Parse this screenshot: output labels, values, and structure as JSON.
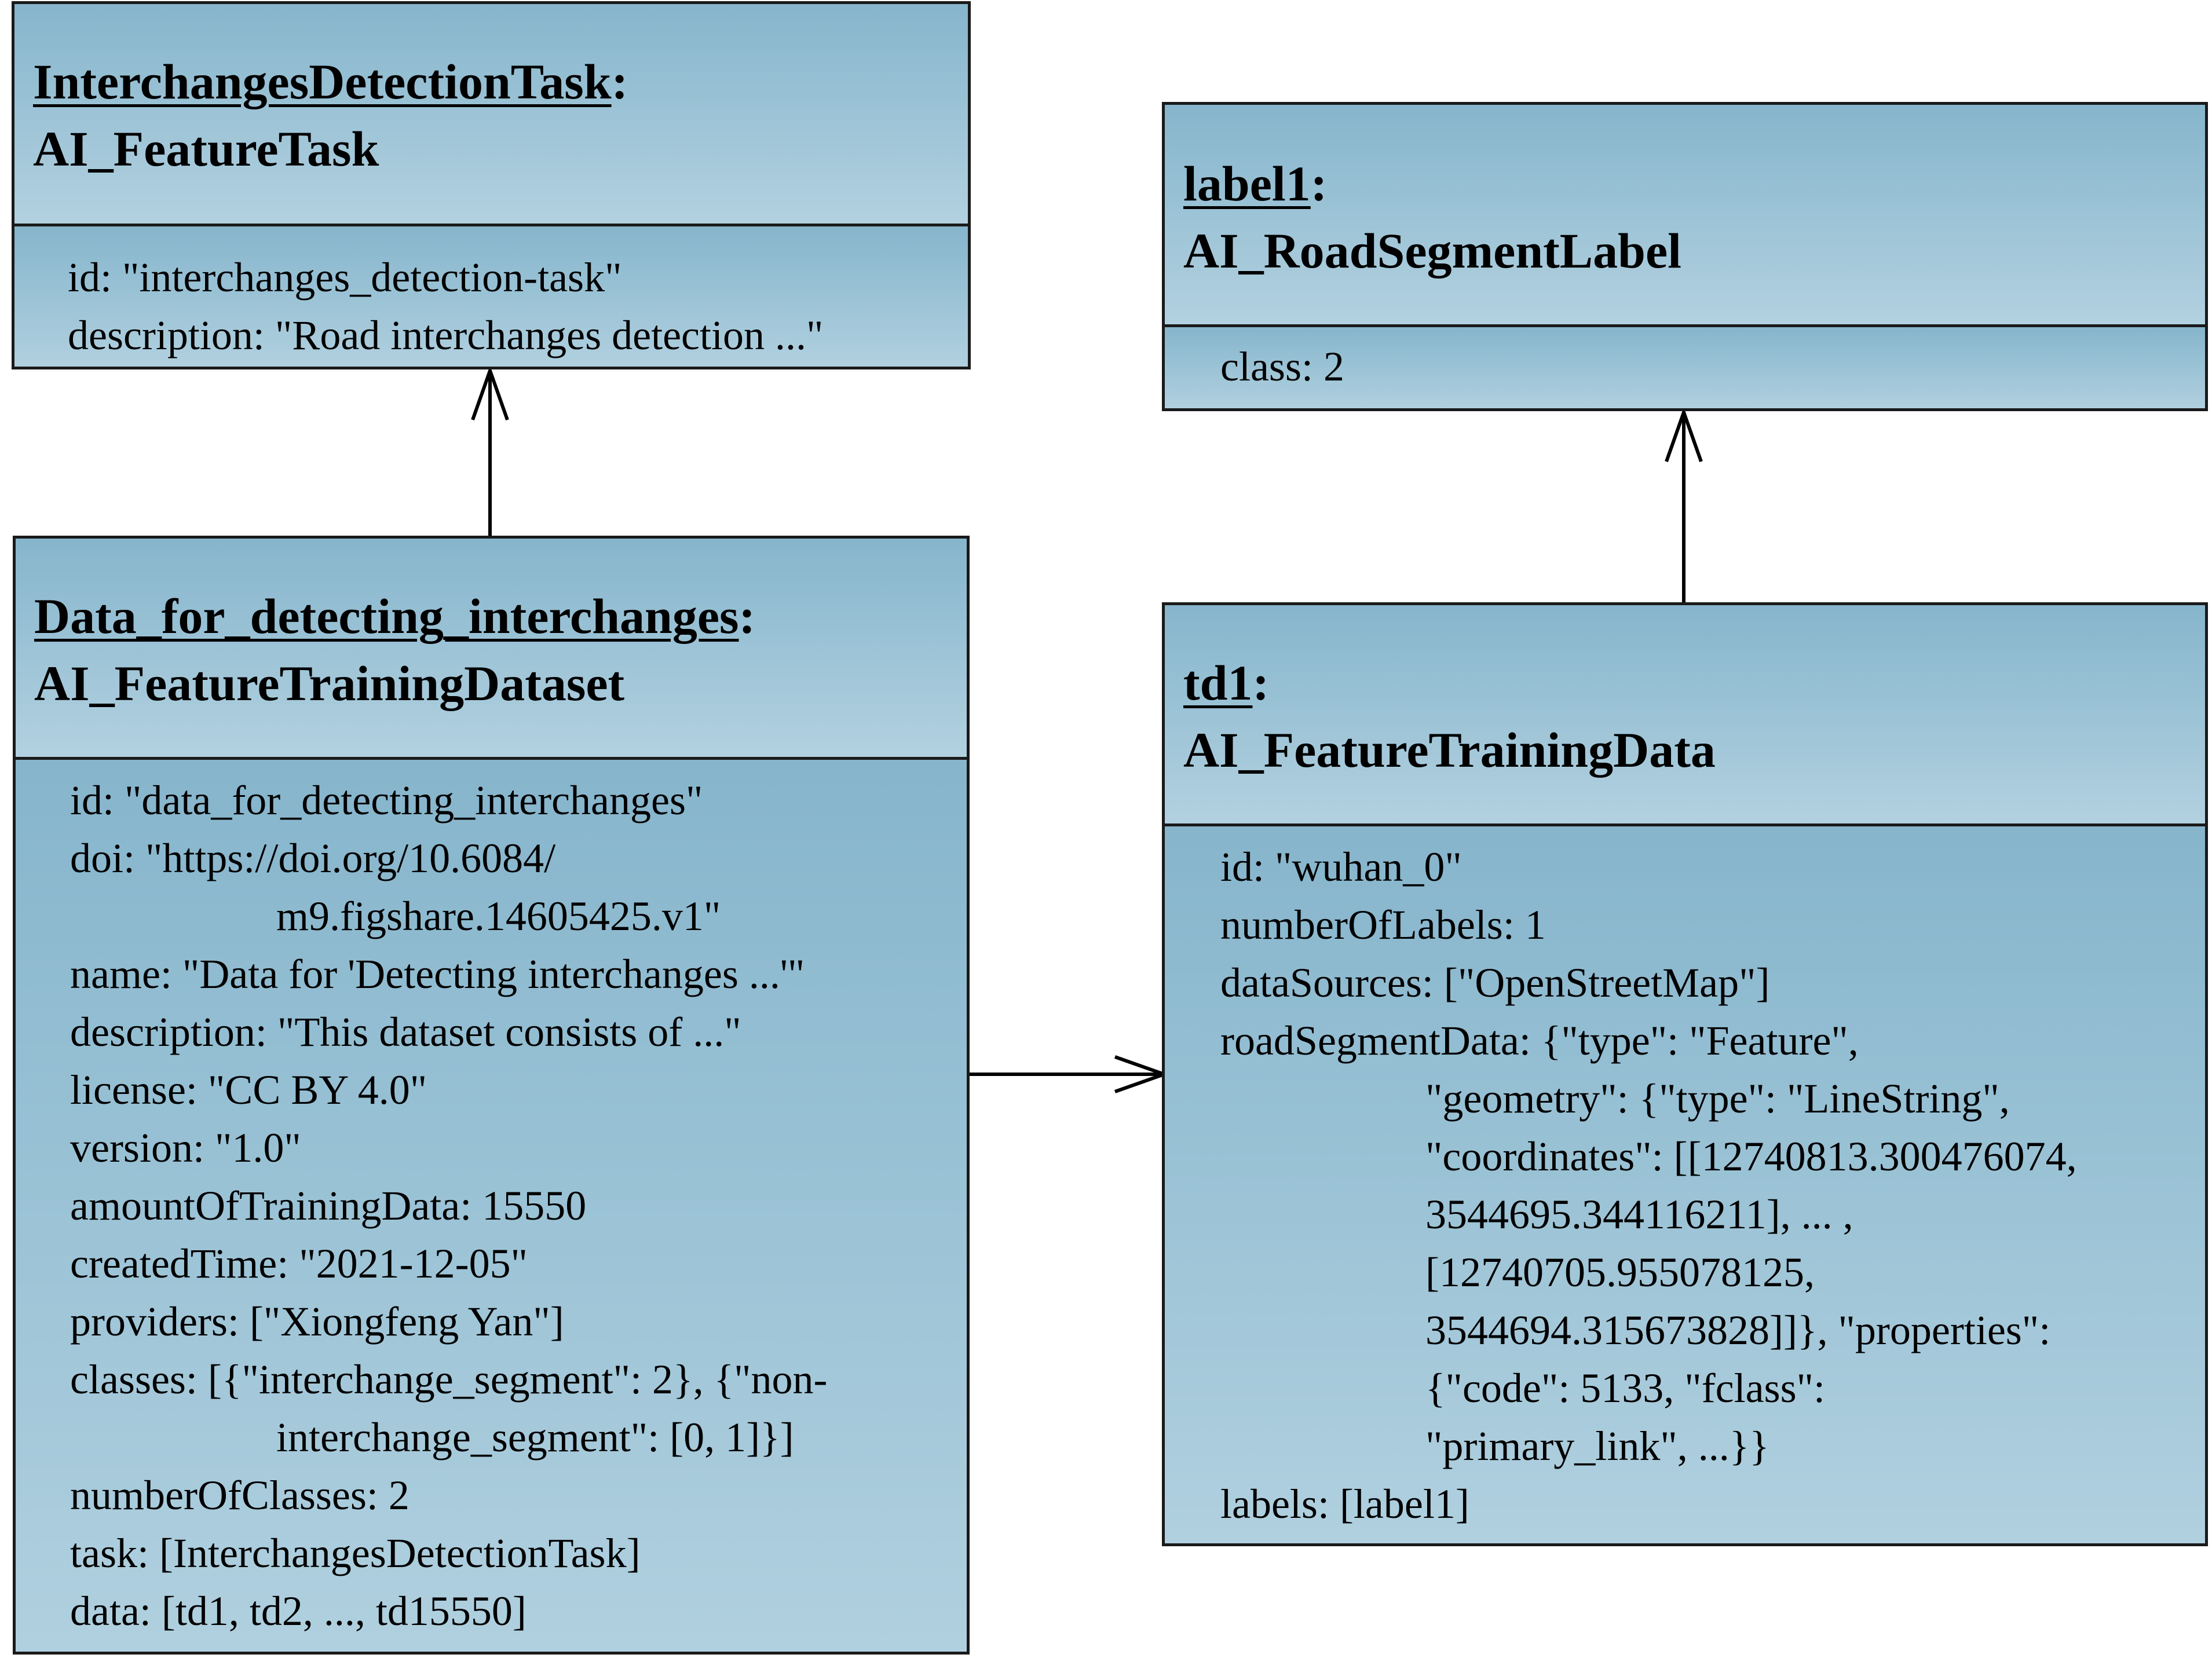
{
  "task_box": {
    "object_name": "InterchangesDetectionTask",
    "colon": ":",
    "class_name": "AI_FeatureTask",
    "attributes": [
      "id: \"interchanges_detection-task\"",
      "description: \"Road interchanges detection ...\""
    ]
  },
  "label_box": {
    "object_name": "label1",
    "colon": ":",
    "class_name": "AI_RoadSegmentLabel",
    "attributes": [
      "class: 2"
    ]
  },
  "dataset_box": {
    "object_name": "Data_for_detecting_interchanges",
    "colon": ":",
    "class_name": "AI_FeatureTrainingDataset",
    "attributes": [
      "id: \"data_for_detecting_interchanges\"",
      "doi: \"https://doi.org/10.6084/",
      "m9.figshare.14605425.v1\"",
      "name: \"Data for 'Detecting interchanges ...'\"",
      "description: \"This dataset consists of ...\"",
      "license: \"CC BY 4.0\"",
      "version: \"1.0\"",
      "amountOfTrainingData: 15550",
      "createdTime: \"2021-12-05\"",
      "providers: [\"Xiongfeng Yan\"]",
      "classes: [{\"interchange_segment\": 2}, {\"non-",
      "interchange_segment\": [0, 1]}]",
      "numberOfClasses: 2",
      "task: [InterchangesDetectionTask]",
      "data: [td1, td2, ..., td15550]"
    ]
  },
  "training_data_box": {
    "object_name": "td1",
    "colon": ":",
    "class_name": "AI_FeatureTrainingData",
    "attributes": [
      "id: \"wuhan_0\"",
      "numberOfLabels: 1",
      "dataSources: [\"OpenStreetMap\"]",
      "roadSegmentData: {\"type\": \"Feature\",",
      "\"geometry\": {\"type\": \"LineString\",",
      "\"coordinates\": [[12740813.300476074,",
      "3544695.344116211], ... ,",
      "[12740705.955078125,",
      "3544694.315673828]]}, \"properties\":",
      "{\"code\": 5133, \"fclass\":",
      "\"primary_link\", ...}}",
      "labels: [label1]"
    ]
  },
  "colors": {
    "box_fill_top": "#86b5cc",
    "box_fill_bottom": "#b0d0df",
    "border": "#1a1a1a"
  }
}
